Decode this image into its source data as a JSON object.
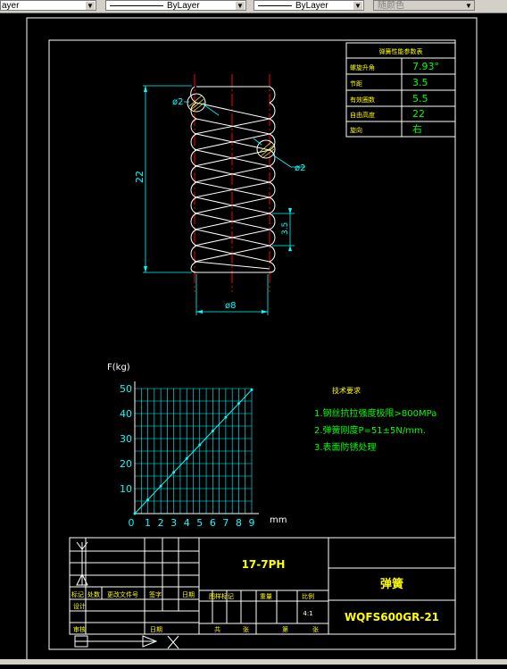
{
  "toolbar": {
    "combo1": "ayer",
    "combo2": "ByLayer",
    "combo3": "ByLayer",
    "combo4": "随颜色"
  },
  "spring_table": {
    "title": "弹簧性能参数表",
    "rows": [
      {
        "label": "螺旋升角",
        "value": "7.93°"
      },
      {
        "label": "节距",
        "value": "3.5"
      },
      {
        "label": "有效圈数",
        "value": "5.5"
      },
      {
        "label": "自由高度",
        "value": "22"
      },
      {
        "label": "旋向",
        "value": "右"
      }
    ]
  },
  "dimensions": {
    "wire_top": "ø2",
    "wire_right": "ø2",
    "height": "22",
    "pitch": "3.5",
    "diameter": "ø8"
  },
  "chart_data": {
    "type": "line",
    "ylabel": "F(kg)",
    "xlabel": "mm",
    "x_ticks": [
      "0",
      "1",
      "2",
      "3",
      "4",
      "5",
      "6",
      "7",
      "8",
      "9"
    ],
    "y_ticks": [
      "0",
      "10",
      "20",
      "30",
      "40",
      "50"
    ],
    "xlim": [
      0,
      9
    ],
    "ylim": [
      0,
      50
    ],
    "grid": true,
    "series": [
      {
        "x": [
          0,
          1,
          2,
          3,
          4,
          5,
          6,
          7,
          8,
          9
        ],
        "y": [
          0,
          5.5,
          11,
          16.5,
          22,
          27.5,
          33,
          38.5,
          44,
          49.5
        ]
      }
    ]
  },
  "tech_req": {
    "title": "技术要求",
    "items": [
      "1.钢丝抗拉强度极限>800MPa",
      "2.弹簧刚度P=51±5N/mm.",
      "3.表面防锈处理"
    ]
  },
  "title_block": {
    "code_center": "17-7PH",
    "part_name": "弹簧",
    "drawing_no": "WQFS600GR-21",
    "scale": "4:1",
    "header_labels": [
      "标记",
      "处数",
      "更改文件号",
      "签字",
      "日期"
    ],
    "row_labels": [
      "设计",
      "审核"
    ],
    "stage_labels": [
      "图样标记",
      "重量",
      "比例"
    ],
    "date_label": "日期",
    "bottom_labels": [
      "共",
      "张",
      "第",
      "张"
    ]
  }
}
